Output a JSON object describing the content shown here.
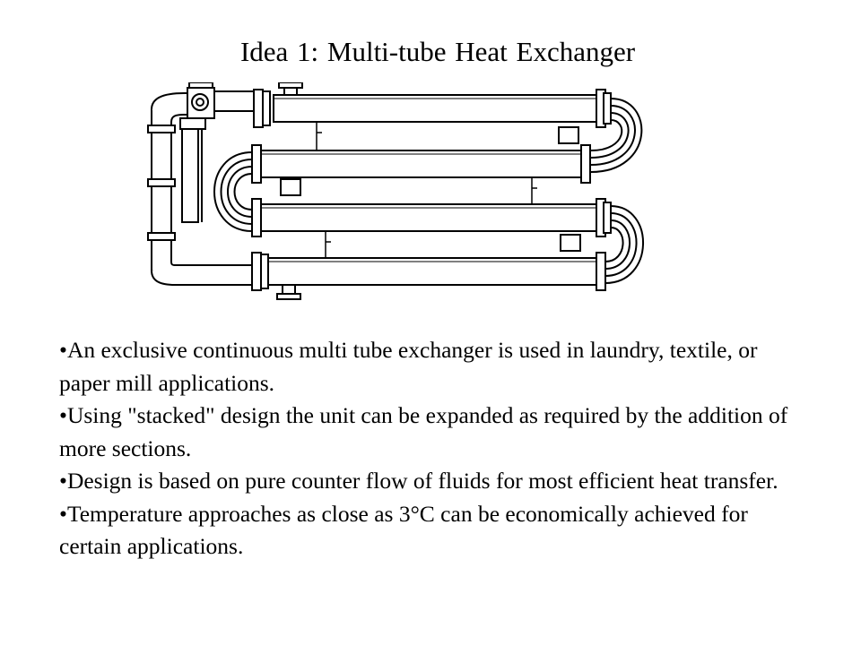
{
  "slide": {
    "title": "Idea 1: Multi-tube  Heat Exchanger"
  },
  "diagram": {
    "description_icon": "multi-tube-heat-exchanger-illustration"
  },
  "bullets": [
    {
      "marker": "•",
      "text": "An exclusive continuous multi tube exchanger is used in laundry, textile, or paper mill applications."
    },
    {
      "marker": "•",
      "text": "Using \"stacked\" design the unit can be expanded as required by the addition of more sections."
    },
    {
      "marker": "•",
      "text": "Design is based on pure counter flow of fluids for most efficient heat transfer."
    },
    {
      "marker": "•",
      "text": "Temperature approaches as close as 3°C can be economically achieved for certain applications."
    }
  ]
}
